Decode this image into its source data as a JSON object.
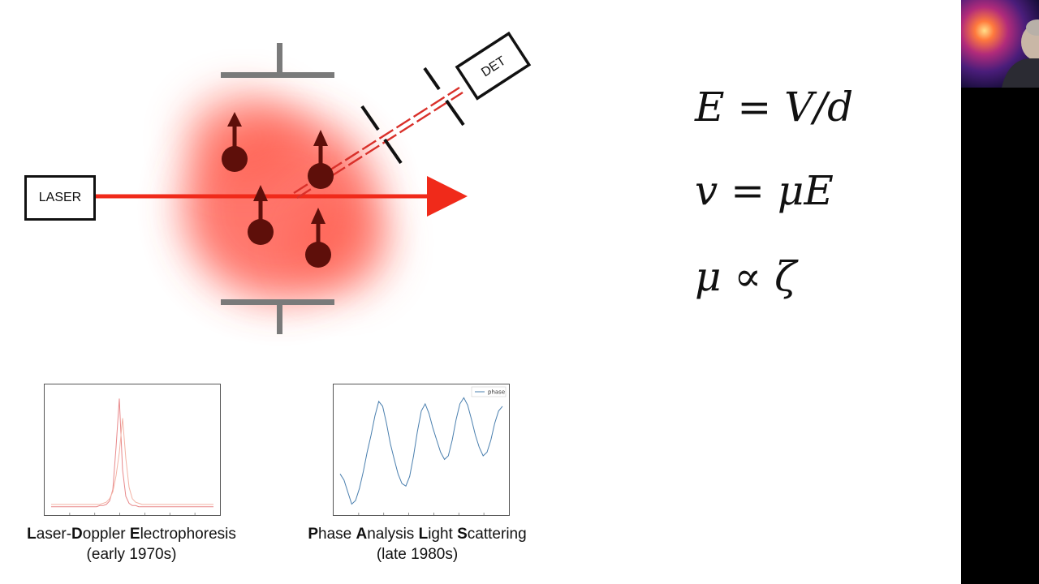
{
  "diagram": {
    "laser_label": "LASER",
    "detector_label": "DET"
  },
  "equations": [
    {
      "text": "E = V/d"
    },
    {
      "text": "v = μE"
    },
    {
      "text": "μ ∝ ζ"
    }
  ],
  "methods": [
    {
      "name_parts": [
        {
          "bold": "L",
          "rest": "aser-"
        },
        {
          "bold": "D",
          "rest": "oppler "
        },
        {
          "bold": "E",
          "rest": "lectrophoresis"
        }
      ],
      "period": "(early 1970s)"
    },
    {
      "name_parts": [
        {
          "bold": "P",
          "rest": "hase "
        },
        {
          "bold": "A",
          "rest": "nalysis "
        },
        {
          "bold": "L",
          "rest": "ight "
        },
        {
          "bold": "S",
          "rest": "cattering"
        }
      ],
      "period": "(late 1980s)"
    }
  ],
  "chart_data": [
    {
      "type": "line",
      "title": "",
      "description_visible": "spectrum with a sharp central peak",
      "series": [
        {
          "values": [
            0.03,
            0.03,
            0.03,
            0.03,
            0.03,
            0.03,
            0.03,
            0.03,
            0.03,
            0.03,
            0.03,
            0.03,
            0.03,
            0.03,
            0.03,
            0.04,
            0.04,
            0.05,
            0.08,
            0.18,
            0.55,
            0.97,
            0.35,
            0.12,
            0.06,
            0.04,
            0.04,
            0.03,
            0.03,
            0.03,
            0.03,
            0.03,
            0.03,
            0.03,
            0.03,
            0.03,
            0.03,
            0.03,
            0.03,
            0.03,
            0.03,
            0.03,
            0.03,
            0.03,
            0.03,
            0.03,
            0.03,
            0.03,
            0.03,
            0.03,
            0.03
          ],
          "color": "#e8898b"
        },
        {
          "values": [
            0.05,
            0.05,
            0.05,
            0.05,
            0.05,
            0.05,
            0.05,
            0.05,
            0.05,
            0.05,
            0.05,
            0.05,
            0.05,
            0.05,
            0.05,
            0.05,
            0.06,
            0.07,
            0.1,
            0.16,
            0.3,
            0.5,
            0.8,
            0.45,
            0.2,
            0.1,
            0.07,
            0.06,
            0.05,
            0.05,
            0.05,
            0.05,
            0.05,
            0.05,
            0.05,
            0.05,
            0.05,
            0.05,
            0.05,
            0.05,
            0.05,
            0.05,
            0.05,
            0.05,
            0.05,
            0.05,
            0.05,
            0.05,
            0.05,
            0.05,
            0.05
          ],
          "color": "#f3b3a5"
        }
      ],
      "ylim": [
        0,
        1.05
      ]
    },
    {
      "type": "line",
      "title": "",
      "legend": {
        "position": "top-right",
        "entries": [
          "phase"
        ]
      },
      "series": [
        {
          "name": "phase",
          "color": "#4a7fae",
          "values": [
            0.3,
            0.25,
            0.15,
            0.05,
            0.08,
            0.18,
            0.32,
            0.48,
            0.62,
            0.78,
            0.9,
            0.86,
            0.72,
            0.55,
            0.42,
            0.3,
            0.22,
            0.2,
            0.28,
            0.45,
            0.65,
            0.82,
            0.88,
            0.8,
            0.68,
            0.58,
            0.48,
            0.42,
            0.45,
            0.58,
            0.75,
            0.88,
            0.93,
            0.87,
            0.75,
            0.62,
            0.52,
            0.45,
            0.48,
            0.58,
            0.72,
            0.82,
            0.86
          ]
        }
      ],
      "ylim": [
        0,
        1
      ]
    }
  ]
}
